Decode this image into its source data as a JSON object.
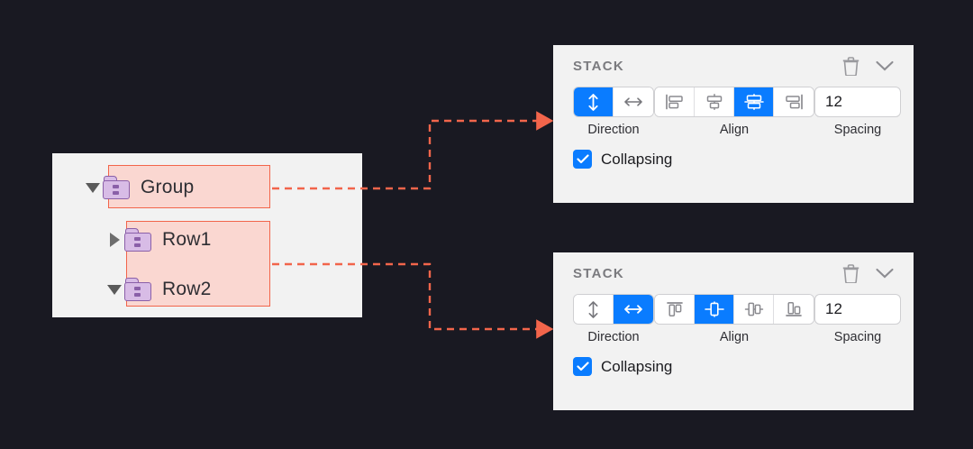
{
  "canvas": {
    "background_color": "#191922"
  },
  "layer_tree": {
    "background_color": "#f2f2f2",
    "highlight_fill": "#fad7d1",
    "highlight_border": "#f2654b",
    "nodes": [
      {
        "label": "Group",
        "disclosure": "triangle-down-icon",
        "icon": "folder-icon",
        "depth": 0,
        "highlighted": true
      },
      {
        "label": "Row1",
        "disclosure": "triangle-right-icon",
        "icon": "folder-icon",
        "depth": 1,
        "highlighted": true
      },
      {
        "label": "Row2",
        "disclosure": "triangle-down-icon",
        "icon": "folder-icon",
        "depth": 1,
        "highlighted": true
      }
    ]
  },
  "connectors": {
    "color": "#f2654b",
    "style": "dashed",
    "arrows": [
      {
        "from_node": "Group",
        "to_panel": "stack-panel-1"
      },
      {
        "from_node": "Row2",
        "to_panel": "stack-panel-2"
      }
    ]
  },
  "panels": [
    {
      "id": "stack-panel-1",
      "title": "STACK",
      "header_icons": [
        {
          "name": "trash-icon",
          "label": "Delete"
        },
        {
          "name": "chevron-down-icon",
          "label": "Collapse"
        }
      ],
      "direction": {
        "caption": "Direction",
        "options": [
          {
            "name": "direction-vertical",
            "icon": "arrows-vertical-icon",
            "selected": true
          },
          {
            "name": "direction-horizontal",
            "icon": "arrows-horizontal-icon",
            "selected": false
          }
        ]
      },
      "align": {
        "caption": "Align",
        "options": [
          {
            "name": "align-left",
            "icon": "align-left-icon",
            "selected": false
          },
          {
            "name": "align-center",
            "icon": "align-center-icon",
            "selected": false
          },
          {
            "name": "align-distribute",
            "icon": "align-distribute-icon",
            "selected": true
          },
          {
            "name": "align-right",
            "icon": "align-right-icon",
            "selected": false
          }
        ]
      },
      "spacing": {
        "caption": "Spacing",
        "value": "12"
      },
      "collapsing": {
        "label": "Collapsing",
        "checked": true
      }
    },
    {
      "id": "stack-panel-2",
      "title": "STACK",
      "header_icons": [
        {
          "name": "trash-icon",
          "label": "Delete"
        },
        {
          "name": "chevron-down-icon",
          "label": "Collapse"
        }
      ],
      "direction": {
        "caption": "Direction",
        "options": [
          {
            "name": "direction-vertical",
            "icon": "arrows-vertical-icon",
            "selected": false
          },
          {
            "name": "direction-horizontal",
            "icon": "arrows-horizontal-icon",
            "selected": true
          }
        ]
      },
      "align": {
        "caption": "Align",
        "options": [
          {
            "name": "align-top",
            "icon": "align-top-icon",
            "selected": false
          },
          {
            "name": "align-middle",
            "icon": "align-middle-icon",
            "selected": true
          },
          {
            "name": "align-distribute-v",
            "icon": "align-distribute-vertical-icon",
            "selected": false
          },
          {
            "name": "align-bottom",
            "icon": "align-bottom-icon",
            "selected": false
          }
        ]
      },
      "spacing": {
        "caption": "Spacing",
        "value": "12"
      },
      "collapsing": {
        "label": "Collapsing",
        "checked": true
      }
    }
  ],
  "colors": {
    "accent_blue": "#0a7cff",
    "panel_bg": "#f2f2f2",
    "connector": "#f2654b",
    "folder_purple": "#8a5fa8"
  }
}
